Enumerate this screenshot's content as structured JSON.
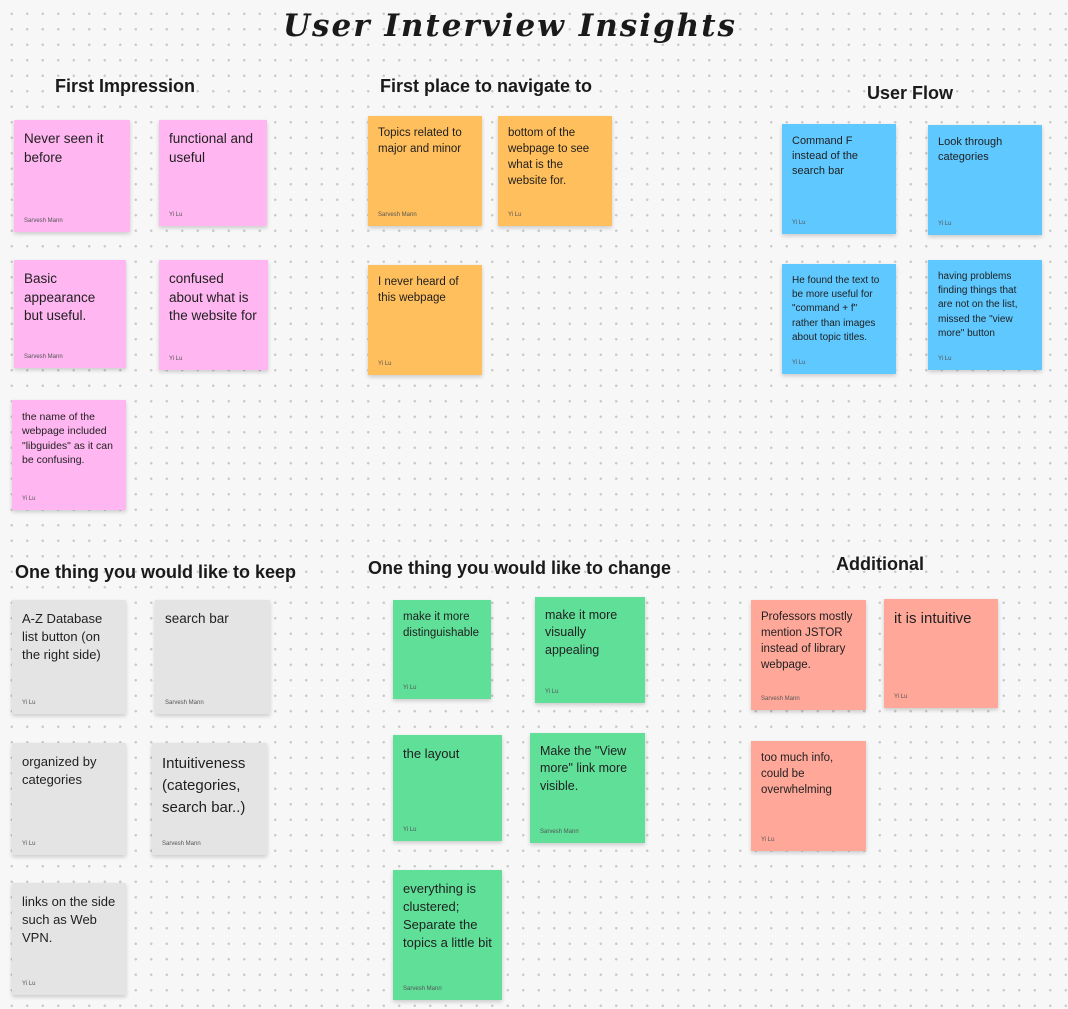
{
  "board": {
    "title": "User Interview Insights"
  },
  "sections": {
    "first_impression": {
      "heading": "First Impression",
      "notes": [
        {
          "text": "Never seen it before",
          "author": "Sarvesh Mann"
        },
        {
          "text": "functional and useful",
          "author": "Yi Lu"
        },
        {
          "text": "Basic appearance but useful.",
          "author": "Sarvesh Mann"
        },
        {
          "text": "confused about what is the website for",
          "author": "Yi Lu"
        },
        {
          "text": "the name of the webpage included \"libguides\" as it can be confusing.",
          "author": "Yi Lu"
        }
      ]
    },
    "first_place": {
      "heading": "First place to navigate to",
      "notes": [
        {
          "text": "Topics related to major and minor",
          "author": "Sarvesh Mann"
        },
        {
          "text": "bottom of the webpage to see what is the website for.",
          "author": "Yi Lu"
        },
        {
          "text": "I never heard of this webpage",
          "author": "Yi Lu"
        }
      ]
    },
    "user_flow": {
      "heading": "User Flow",
      "notes": [
        {
          "text": "Command F instead of the search bar",
          "author": "Yi Lu"
        },
        {
          "text": "Look through categories",
          "author": "Yi Lu"
        },
        {
          "text": "He found the text to be more useful for \"command + f\" rather than images about topic titles.",
          "author": "Yi Lu"
        },
        {
          "text": "having problems finding things that are not on the list, missed the \"view more\" button",
          "author": "Yi Lu"
        }
      ]
    },
    "keep": {
      "heading": "One thing you would like to keep",
      "notes": [
        {
          "text": "A-Z Database list button (on the right side)",
          "author": "Yi Lu"
        },
        {
          "text": "search bar",
          "author": "Sarvesh Mann"
        },
        {
          "text": "organized by categories",
          "author": "Yi Lu"
        },
        {
          "text": "Intuitiveness (categories, search bar..)",
          "author": "Sarvesh Mann"
        },
        {
          "text": "links on the side such as Web VPN.",
          "author": "Yi Lu"
        }
      ]
    },
    "change": {
      "heading": "One thing you would like to change",
      "notes": [
        {
          "text": "make it more distinguishable",
          "author": "Yi Lu"
        },
        {
          "text": "make it more visually appealing",
          "author": "Yi Lu"
        },
        {
          "text": "the layout",
          "author": "Yi Lu"
        },
        {
          "text": "Make the \"View more\" link more visible.",
          "author": "Sarvesh Mann"
        },
        {
          "text": "everything is clustered; Separate the topics a little bit",
          "author": "Sarvesh Mann"
        }
      ]
    },
    "additional": {
      "heading": "Additional",
      "notes": [
        {
          "text": "Professors mostly mention JSTOR instead of library webpage.",
          "author": "Sarvesh Mann"
        },
        {
          "text": "it is intuitive",
          "author": "Yi Lu"
        },
        {
          "text": "too much info, could be overwhelming",
          "author": "Yi Lu"
        }
      ]
    }
  },
  "colors": {
    "pink": "#ffb6f1",
    "orange": "#ffbf5c",
    "blue": "#5fc8ff",
    "gray": "#e4e4e4",
    "green": "#5fdf98",
    "salmon": "#ffa89a",
    "canvas": "#f7f7f7"
  }
}
